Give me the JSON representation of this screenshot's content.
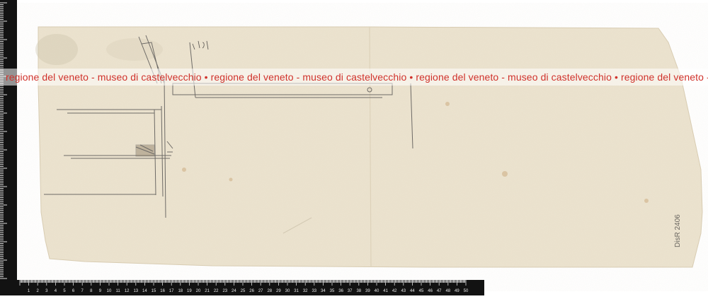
{
  "watermark": {
    "text": "regione del veneto - museo di castelvecchio • regione del veneto - museo di castelvecchio • regione del veneto - museo di castelvecchio • regione del veneto - museo di castelvecchio",
    "color": "#d0322b"
  },
  "sheet": {
    "paper_color": "#ece3cf",
    "inventory_mark": "DisR 2406"
  },
  "ruler": {
    "bottom_ticks": [
      "1",
      "2",
      "3",
      "4",
      "5",
      "6",
      "7",
      "8",
      "9",
      "10",
      "11",
      "12",
      "13",
      "14",
      "15",
      "16",
      "17",
      "18",
      "19",
      "20",
      "21",
      "22",
      "23",
      "24",
      "25",
      "26",
      "27",
      "28",
      "29",
      "30",
      "31",
      "32",
      "33",
      "34",
      "35",
      "36",
      "37",
      "38",
      "39",
      "40",
      "41",
      "42",
      "43",
      "44",
      "45",
      "46",
      "47",
      "48",
      "49",
      "50"
    ]
  }
}
